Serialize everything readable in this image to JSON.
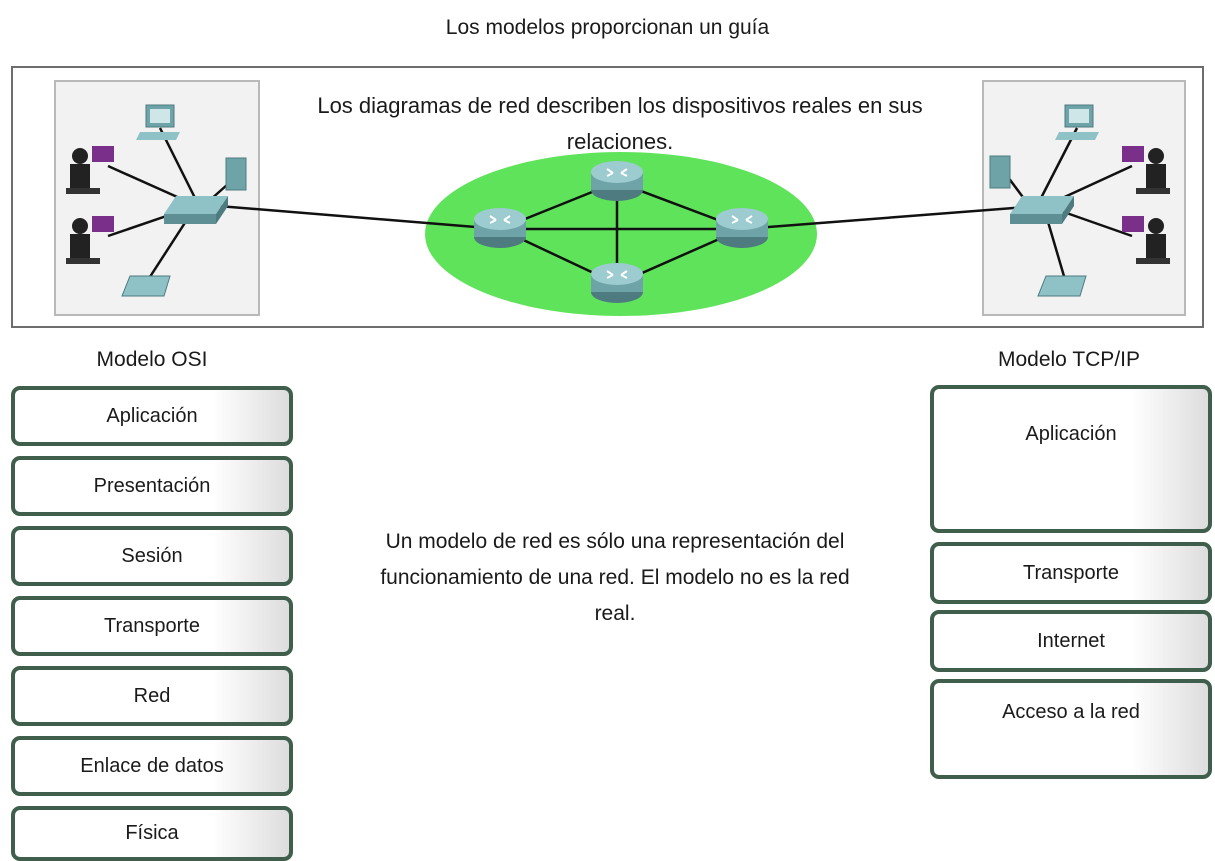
{
  "title": "Los modelos proporcionan un guía",
  "network_caption": "Los diagramas de red describen los dispositivos reales en sus relaciones.",
  "osi": {
    "title": "Modelo OSI",
    "layers": [
      "Aplicación",
      "Presentación",
      "Sesión",
      "Transporte",
      "Red",
      "Enlace de datos",
      "Física"
    ]
  },
  "tcpip": {
    "title": "Modelo TCP/IP",
    "layers": [
      "Aplicación",
      "Transporte",
      "Internet",
      "Acceso a la red"
    ]
  },
  "note": "Un modelo de red es sólo una representación del funcionamiento de una red. El modelo no es la red real.",
  "colors": {
    "layer_border": "#3f5f4c",
    "cloud": "#5fe35a",
    "device": "#6ea3a8",
    "user": "#7a2f8a"
  },
  "icons": {
    "routers": "router-icon",
    "switches": "switch-icon",
    "pcs": "pc-icon",
    "phones": "ip-phone-icon",
    "users": "user-workstation-icon"
  }
}
